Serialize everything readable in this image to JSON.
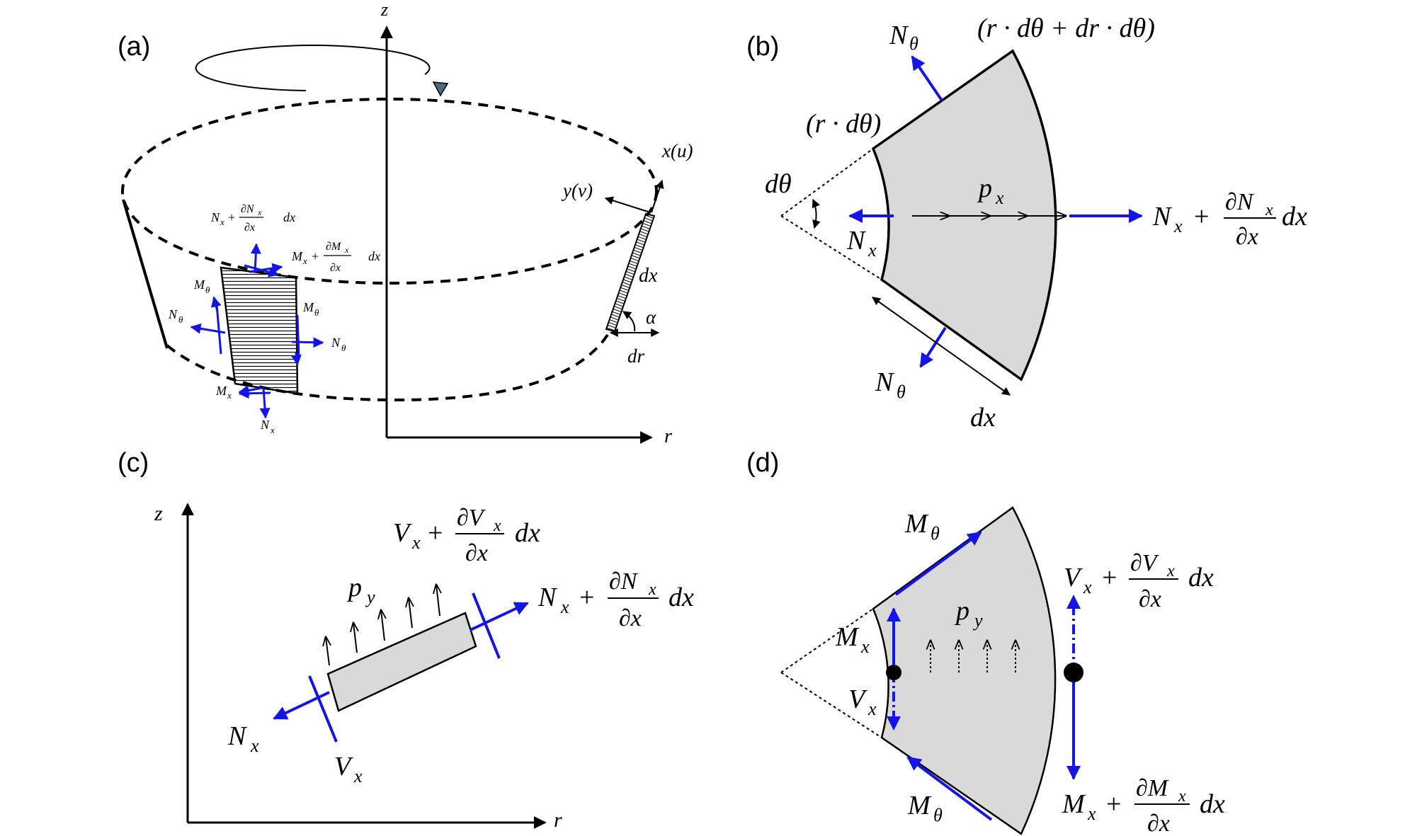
{
  "panels": {
    "a": {
      "label": "(a)",
      "axis_z": "z",
      "axis_r": "r",
      "x_u": "x(u)",
      "y_v": "y(v)",
      "dx": "dx",
      "dr": "dr",
      "alpha": "α",
      "Nx_top_main": "N",
      "Nx_top_frac_num": "∂N",
      "Nx_top_frac_den": "∂x",
      "Mx_top_main": "M",
      "Mx_top_frac_num": "∂M",
      "Mx_top_frac_den": "∂x",
      "M_theta_left": "M",
      "N_theta_left": "N",
      "M_theta_right": "M",
      "N_theta_right": "N",
      "Mx_bottom": "M",
      "Nx_bottom": "N",
      "sub_x": "x",
      "sub_theta": "θ",
      "plus": "+",
      "dx_tail": "dx"
    },
    "b": {
      "label": "(b)",
      "N_theta_top": "N",
      "arc_outer": "(r · dθ + dr · dθ)",
      "arc_inner": "(r · dθ)",
      "d_theta": "dθ",
      "p_x": "p",
      "N_x_inner": "N",
      "N_x_outer": "N",
      "frac_num": "∂N",
      "frac_den": "∂x",
      "N_theta_bottom": "N",
      "dx": "dx",
      "sub_x": "x",
      "sub_theta": "θ",
      "plus": "+",
      "dx_tail": "dx"
    },
    "c": {
      "label": "(c)",
      "axis_z": "z",
      "axis_r": "r",
      "V_top": "V",
      "V_frac_num": "∂V",
      "V_frac_den": "∂x",
      "p_y": "p",
      "N_right": "N",
      "N_frac_num": "∂N",
      "N_frac_den": "∂x",
      "N_left": "N",
      "V_left": "V",
      "sub_x": "x",
      "sub_y": "y",
      "plus": "+",
      "dx_tail": "dx"
    },
    "d": {
      "label": "(d)",
      "M_theta_top": "M",
      "p_y": "p",
      "V_right": "V",
      "V_frac_num": "∂V",
      "V_frac_den": "∂x",
      "M_x_inner": "M",
      "V_x_inner": "V",
      "M_theta_bottom": "M",
      "M_right": "M",
      "M_frac_num": "∂M",
      "M_frac_den": "∂x",
      "sub_x": "x",
      "sub_y": "y",
      "sub_theta": "θ",
      "plus": "+",
      "dx_tail": "dx"
    }
  },
  "colors": {
    "force_arrow": "#1414e6",
    "element_fill": "#d9d9d9",
    "line": "#000000"
  }
}
